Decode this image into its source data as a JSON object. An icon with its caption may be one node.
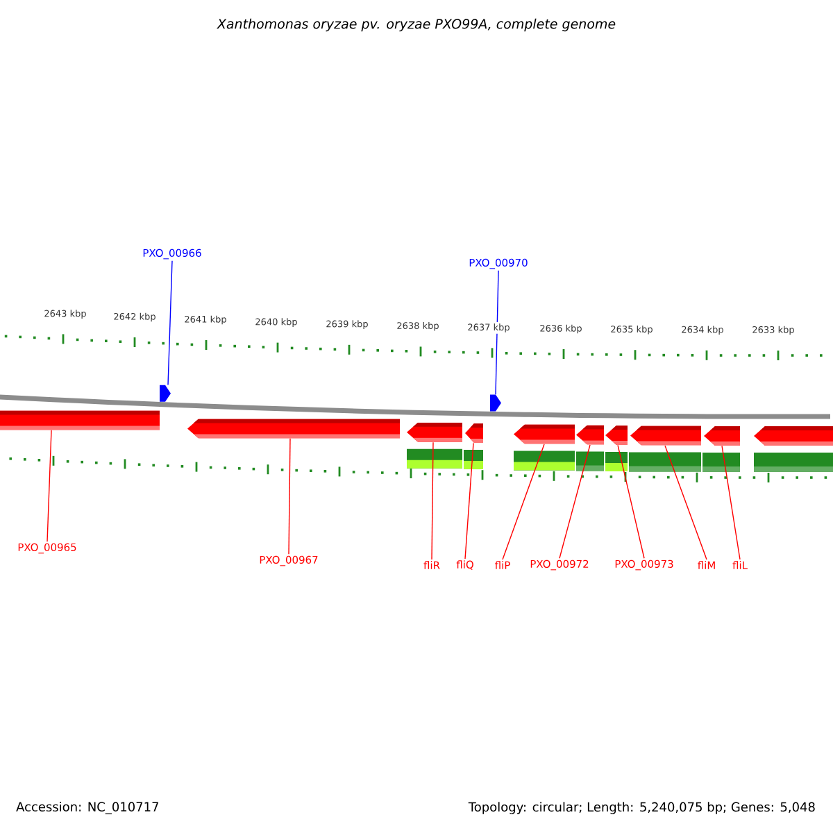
{
  "diagram": {
    "title": "Xanthomonas oryzae pv. oryzae PXO99A, complete genome",
    "nodes": [
      {
        "text": [
          "PXO_00966"
        ]
      },
      {
        "text": [
          "PXO_00970"
        ]
      },
      {
        "text": [
          "PXO_00965"
        ]
      },
      {
        "text": [
          "PXO_00967"
        ]
      },
      {
        "text": [
          "fliR"
        ]
      },
      {
        "text": [
          "fliQ"
        ]
      },
      {
        "text": [
          "fliP"
        ]
      },
      {
        "text": [
          "PXO_00972"
        ]
      },
      {
        "text": [
          "PXO_00973"
        ]
      },
      {
        "text": [
          "fliM"
        ]
      },
      {
        "text": [
          "fliL"
        ]
      },
      {
        "text": [],
        "shape": "arrow"
      },
      {
        "text": [],
        "shape": "arrow"
      },
      {
        "text": [],
        "shape": "arrow"
      },
      {
        "text": [],
        "shape": "arrow"
      },
      {
        "text": [],
        "shape": "arrow"
      },
      {
        "text": [],
        "shape": "arrow"
      },
      {
        "text": [],
        "shape": "arrow"
      },
      {
        "text": [],
        "shape": "arrow"
      },
      {
        "text": [],
        "shape": "arrow"
      },
      {
        "text": [],
        "shape": "arrow"
      },
      {
        "text": [],
        "shape": "arrow"
      },
      {
        "text": [],
        "shape": "arrow"
      }
    ],
    "edges": [
      {
        "from": 0,
        "to": 11,
        "arrow": "none",
        "color": "#0000ff"
      },
      {
        "from": 1,
        "to": 12,
        "arrow": "none",
        "color": "#0000ff"
      },
      {
        "from": 2,
        "to": 13,
        "arrow": "none"
      },
      {
        "from": 3,
        "to": 14,
        "arrow": "none"
      },
      {
        "from": 4,
        "to": 15,
        "arrow": "none"
      },
      {
        "from": 5,
        "to": 16,
        "arrow": "none"
      },
      {
        "from": 6,
        "to": 17,
        "arrow": "none"
      },
      {
        "from": 7,
        "to": 18,
        "arrow": "none"
      },
      {
        "from": 8,
        "to": 19,
        "arrow": "none"
      },
      {
        "from": 9,
        "to": 20,
        "arrow": "none"
      },
      {
        "from": 10,
        "to": 21,
        "arrow": "none"
      }
    ],
    "labels": [
      "2643 kbp",
      "2642 kbp",
      "2641 kbp",
      "2640 kbp",
      "2639 kbp",
      "2638 kbp",
      "2637 kbp",
      "2636 kbp",
      "2635 kbp",
      "2634 kbp",
      "2633 kbp",
      "Accession: NC_010717",
      "Topology: circular; Length: 5,240,075 bp; Genes: 5,048"
    ]
  }
}
